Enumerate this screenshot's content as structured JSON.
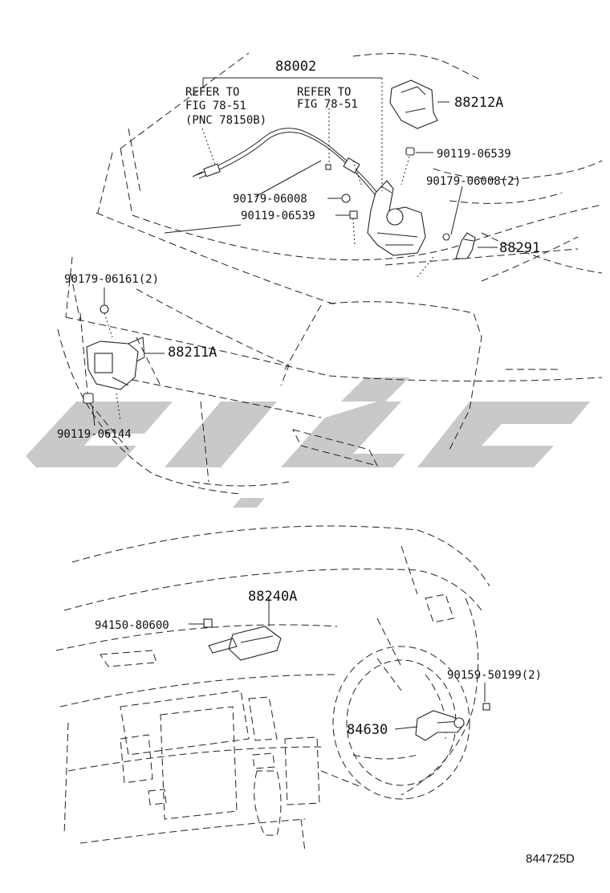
{
  "top_view": {
    "labels": {
      "p88002": "88002",
      "p88212A": "88212A",
      "p90119_06539_a": "90119-06539",
      "p90179_06008_2": "90179-06008(2)",
      "p90179_06008": "90179-06008",
      "p90119_06539_b": "90119-06539",
      "p88291": "88291",
      "p90179_06161_2": "90179-06161(2)",
      "p88211A": "88211A",
      "p90119_06144": "90119-06144"
    },
    "refer_left": [
      "REFER TO",
      "FIG 78-51",
      "(PNC 78150B)"
    ],
    "refer_right": [
      "REFER TO",
      "FIG 78-51"
    ]
  },
  "bottom_view": {
    "labels": {
      "p88240A": "88240A",
      "p94150_80600": "94150-80600",
      "p90159_50199_2": "90159-50199(2)",
      "p84630": "84630"
    }
  },
  "figure_code": "844725D"
}
